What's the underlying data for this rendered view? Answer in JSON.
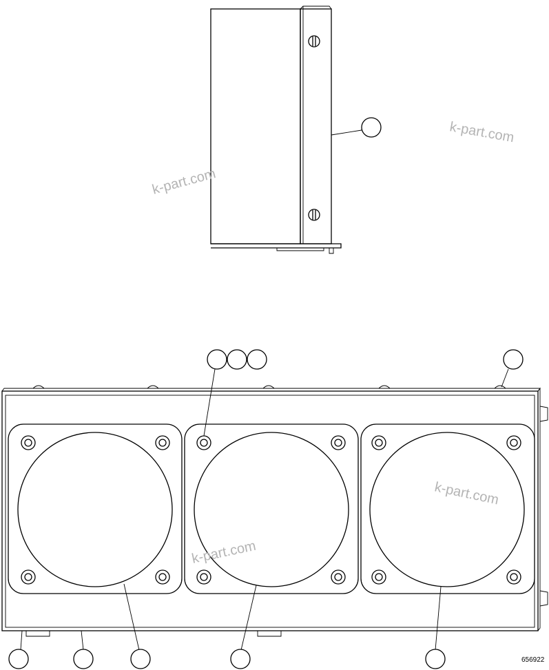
{
  "watermarks": [
    "k-part.com",
    "k-part.com",
    "k-part.com",
    "k-part.com"
  ],
  "figure_number": "656922",
  "fans": [
    {
      "name": "fan-left"
    },
    {
      "name": "fan-center"
    },
    {
      "name": "fan-right"
    }
  ],
  "callouts": [
    {
      "name": "callout-side-view"
    },
    {
      "name": "callout-top-1"
    },
    {
      "name": "callout-top-2"
    },
    {
      "name": "callout-top-3"
    },
    {
      "name": "callout-top-right"
    },
    {
      "name": "callout-bottom-1"
    },
    {
      "name": "callout-bottom-2"
    },
    {
      "name": "callout-bottom-3"
    },
    {
      "name": "callout-bottom-4"
    },
    {
      "name": "callout-bottom-5"
    }
  ]
}
